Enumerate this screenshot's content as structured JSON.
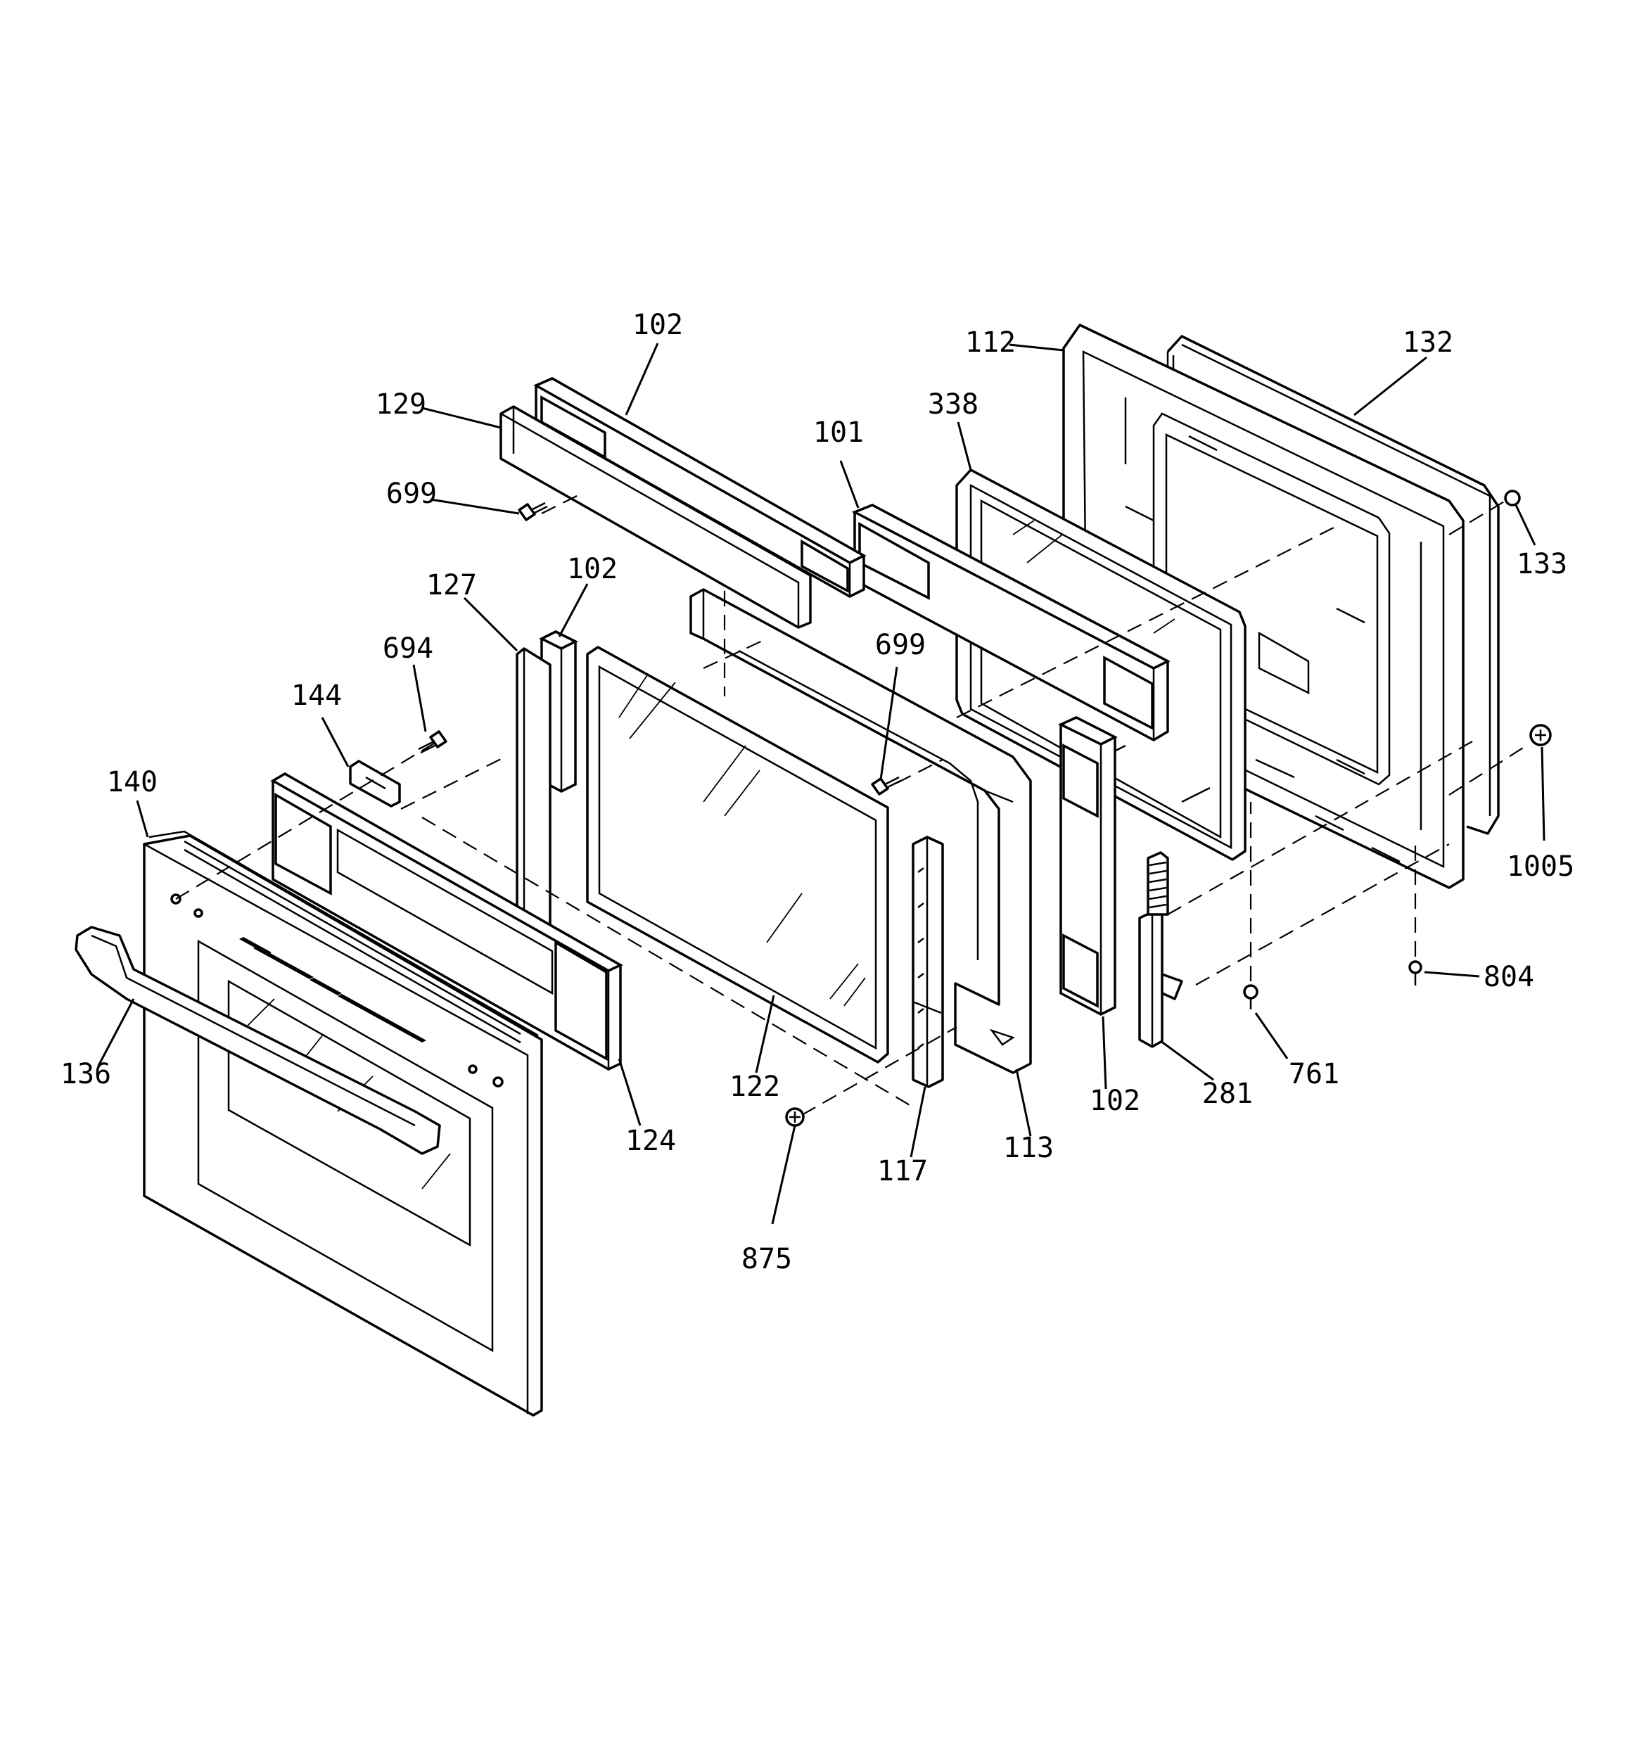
{
  "callouts": [
    {
      "id": "c102a",
      "text": "102"
    },
    {
      "id": "c129",
      "text": "129"
    },
    {
      "id": "c699a",
      "text": "699"
    },
    {
      "id": "c127",
      "text": "127"
    },
    {
      "id": "c102b",
      "text": "102"
    },
    {
      "id": "c694",
      "text": "694"
    },
    {
      "id": "c144",
      "text": "144"
    },
    {
      "id": "c140",
      "text": "140"
    },
    {
      "id": "c136",
      "text": "136"
    },
    {
      "id": "c124",
      "text": "124"
    },
    {
      "id": "c122",
      "text": "122"
    },
    {
      "id": "c875",
      "text": "875"
    },
    {
      "id": "c117",
      "text": "117"
    },
    {
      "id": "c113",
      "text": "113"
    },
    {
      "id": "c699b",
      "text": "699"
    },
    {
      "id": "c101",
      "text": "101"
    },
    {
      "id": "c338",
      "text": "338"
    },
    {
      "id": "c112",
      "text": "112"
    },
    {
      "id": "c132",
      "text": "132"
    },
    {
      "id": "c133",
      "text": "133"
    },
    {
      "id": "c1005",
      "text": "1005"
    },
    {
      "id": "c804",
      "text": "804"
    },
    {
      "id": "c761",
      "text": "761"
    },
    {
      "id": "c281",
      "text": "281"
    },
    {
      "id": "c102c",
      "text": "102"
    }
  ]
}
